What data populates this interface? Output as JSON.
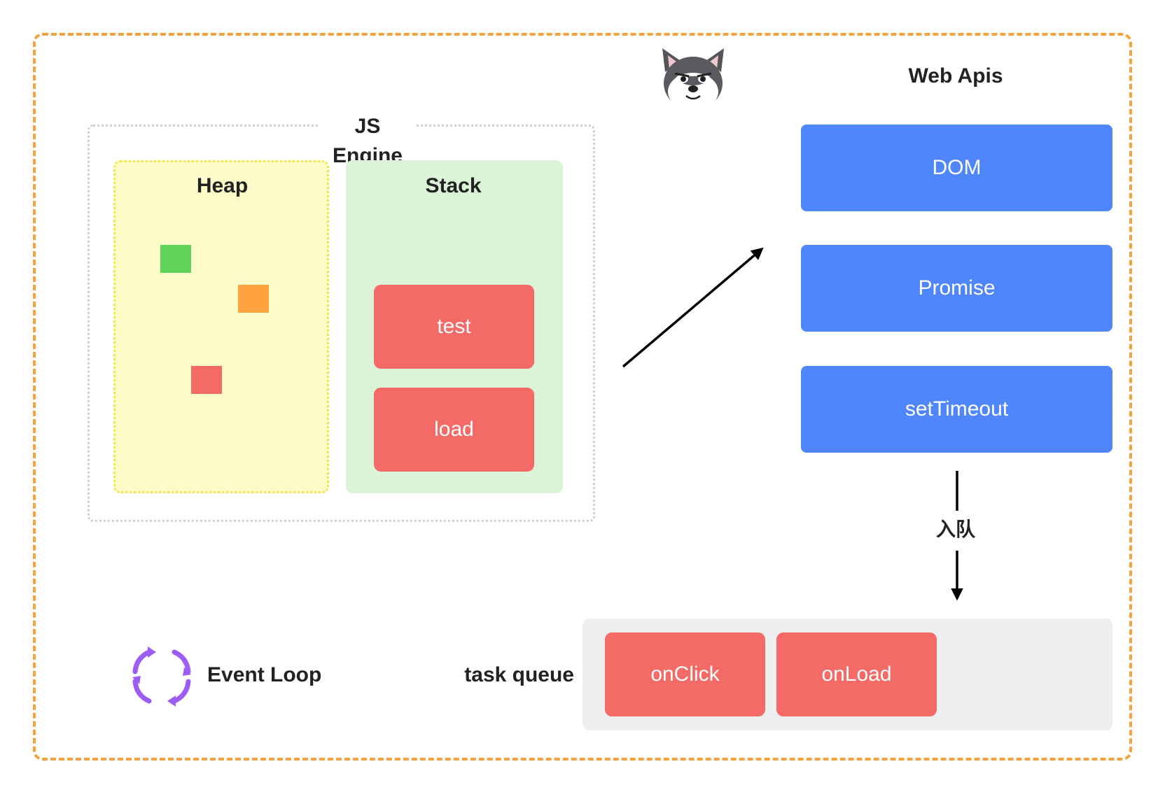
{
  "js_engine": {
    "title": "JS Engine"
  },
  "heap": {
    "title": "Heap"
  },
  "stack": {
    "title": "Stack",
    "frames": [
      "test",
      "load"
    ]
  },
  "web_apis": {
    "title": "Web Apis",
    "items": [
      "DOM",
      "Promise",
      "setTimeout"
    ]
  },
  "enqueue_label": "入队",
  "task_queue": {
    "label": "task queue",
    "tasks": [
      "onClick",
      "onLoad"
    ]
  },
  "event_loop": {
    "label": "Event Loop"
  },
  "colors": {
    "outer_border": "#f6a23a",
    "heap_bg": "#fdfbc8",
    "stack_bg": "#dbf4d8",
    "frame": "#f46a66",
    "api": "#4f86fb",
    "queue_bg": "#efeff1",
    "event_loop_icon": "#9c5cf5",
    "heap_objects": [
      "#5fd35a",
      "#fea33f",
      "#f46a66"
    ]
  },
  "icons": [
    "dog-mascot-icon",
    "event-loop-cycle-icon"
  ]
}
